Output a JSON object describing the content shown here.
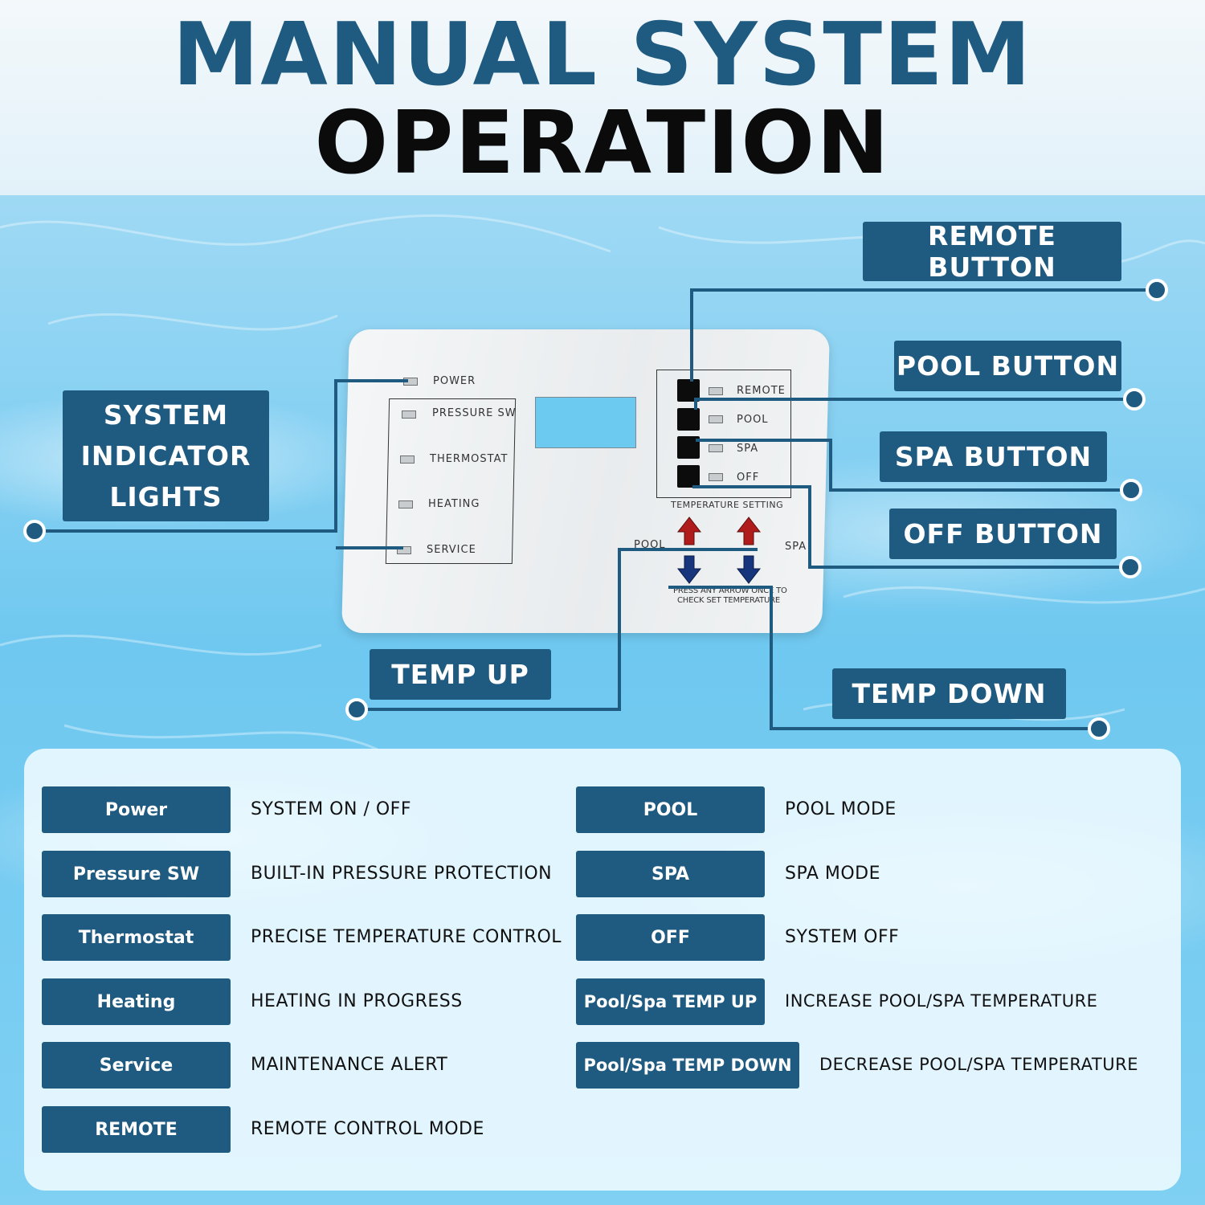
{
  "title": {
    "line1": "MANUAL SYSTEM",
    "line2": "OPERATION"
  },
  "colors": {
    "badge": "#1f5a80",
    "title_blue": "#1f5a80",
    "arrow_up": "#b01c1c",
    "arrow_down": "#17357d"
  },
  "panel": {
    "indicators": {
      "power": "POWER",
      "pressure_sw": "PRESSURE SW",
      "thermostat": "THERMOSTAT",
      "heating": "HEATING",
      "service": "SERVICE"
    },
    "buttons": {
      "remote": "REMOTE",
      "pool": "POOL",
      "spa": "SPA",
      "off": "OFF"
    },
    "temperature_setting": "TEMPERATURE  SETTING",
    "pool": "POOL",
    "spa": "SPA",
    "note_line1": "PRESS ANY ARROW ONCE TO",
    "note_line2": "CHECK SET TEMPERATURE"
  },
  "callouts": {
    "remote_button": "REMOTE BUTTON",
    "pool_button": "POOL BUTTON",
    "spa_button": "SPA BUTTON",
    "off_button": "OFF BUTTON",
    "indicator_line1": "SYSTEM",
    "indicator_line2": "INDICATOR",
    "indicator_line3": "LIGHTS",
    "temp_up": "TEMP UP",
    "temp_down": "TEMP DOWN"
  },
  "legend": {
    "left": [
      {
        "label": "Power",
        "desc": "SYSTEM ON / OFF"
      },
      {
        "label": "Pressure SW",
        "desc": "BUILT-IN PRESSURE PROTECTION"
      },
      {
        "label": "Thermostat",
        "desc": "PRECISE TEMPERATURE CONTROL"
      },
      {
        "label": "Heating",
        "desc": "HEATING IN PROGRESS"
      },
      {
        "label": "Service",
        "desc": "MAINTENANCE ALERT"
      },
      {
        "label": "REMOTE",
        "desc": "REMOTE CONTROL MODE"
      }
    ],
    "right": [
      {
        "label": "POOL",
        "desc": "POOL MODE"
      },
      {
        "label": "SPA",
        "desc": "SPA MODE"
      },
      {
        "label": "OFF",
        "desc": "SYSTEM OFF"
      },
      {
        "label": "Pool/Spa TEMP UP",
        "desc": "INCREASE POOL/SPA TEMPERATURE"
      },
      {
        "label": "Pool/Spa TEMP DOWN",
        "desc": "DECREASE POOL/SPA TEMPERATURE"
      }
    ]
  }
}
